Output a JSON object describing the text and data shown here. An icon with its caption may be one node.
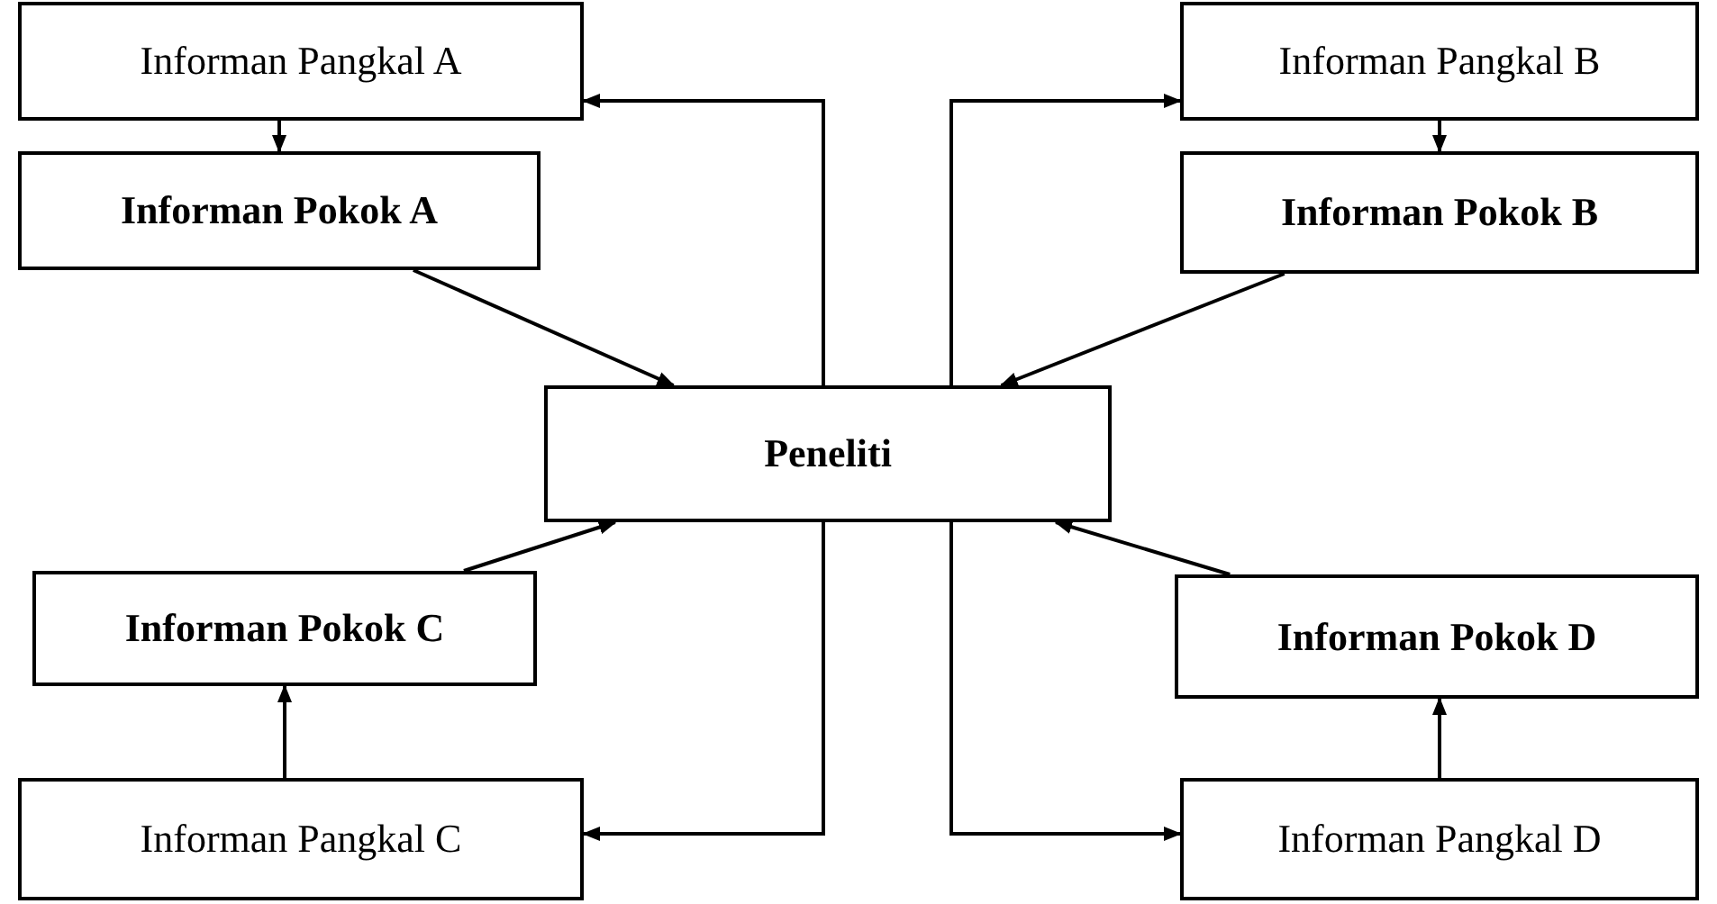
{
  "diagram": {
    "nodes": [
      {
        "text": [
          "Informan Pangkal A"
        ]
      },
      {
        "text": [
          "Informan Pokok A"
        ]
      },
      {
        "text": [
          "Informan Pangkal B"
        ]
      },
      {
        "text": [
          "Informan Pokok B"
        ]
      },
      {
        "text": [
          "Peneliti"
        ]
      },
      {
        "text": [
          "Informan Pokok C"
        ]
      },
      {
        "text": [
          "Informan Pokok D"
        ]
      },
      {
        "text": [
          "Informan Pangkal C"
        ]
      },
      {
        "text": [
          "Informan Pangkal D"
        ]
      }
    ],
    "edges": [
      {
        "from": 0,
        "to": 1,
        "arrow": "to"
      },
      {
        "from": 2,
        "to": 3,
        "arrow": "to"
      },
      {
        "from": 4,
        "to": 0,
        "arrow": "to"
      },
      {
        "from": 4,
        "to": 2,
        "arrow": "to"
      },
      {
        "from": 1,
        "to": 4,
        "arrow": "to"
      },
      {
        "from": 3,
        "to": 4,
        "arrow": "to"
      },
      {
        "from": 5,
        "to": 4,
        "arrow": "to"
      },
      {
        "from": 6,
        "to": 4,
        "arrow": "to"
      },
      {
        "from": 4,
        "to": 7,
        "arrow": "to"
      },
      {
        "from": 4,
        "to": 8,
        "arrow": "to"
      },
      {
        "from": 7,
        "to": 5,
        "arrow": "to"
      },
      {
        "from": 8,
        "to": 6,
        "arrow": "to"
      }
    ]
  }
}
